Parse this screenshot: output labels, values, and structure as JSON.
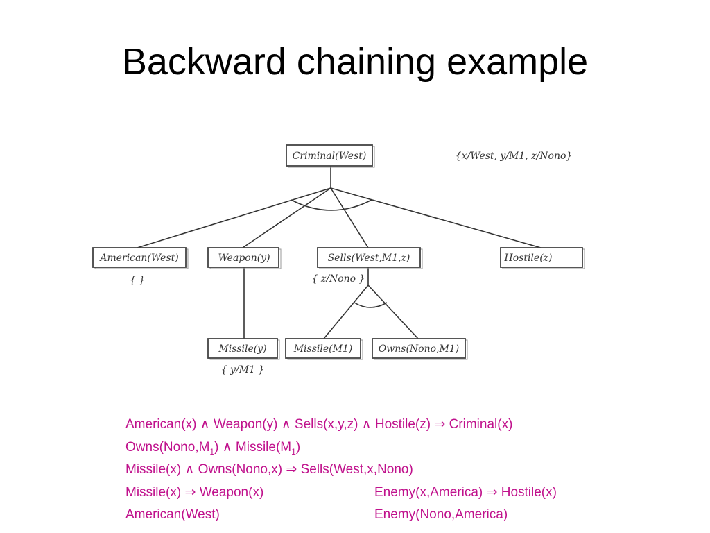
{
  "slide": {
    "title": "Backward chaining example"
  },
  "diagram": {
    "root_node": "Criminal(West)",
    "root_substitution": "{x/West, y/M1, z/Nono}",
    "nodes": {
      "american": "American(West)",
      "weapon": "Weapon(y)",
      "sells": "Sells(West,M1,z)",
      "hostile": "Hostile(z)",
      "missile_y": "Missile(y)",
      "missile_m1": "Missile(M1)",
      "owns": "Owns(Nono,M1)"
    },
    "substitutions": {
      "american": "{ }",
      "sells": "{ z/Nono }",
      "missile_y": "{ y/M1 }"
    }
  },
  "rules": {
    "line1": "American(x) ∧ Weapon(y) ∧ Sells(x,y,z) ∧ Hostile(z) ⇒ Criminal(x)",
    "line2_prefix": "Owns(Nono,M",
    "line2_sub1": "1",
    "line2_middle": ") ∧ Missile(M",
    "line2_sub2": "1",
    "line2_suffix": ")",
    "line3": "Missile(x) ∧ Owns(Nono,x) ⇒ Sells(West,x,Nono)",
    "line4_left": "Missile(x) ⇒ Weapon(x)",
    "line4_right": "Enemy(x,America) ⇒ Hostile(x)",
    "line5_left": "American(West)",
    "line5_right": "Enemy(Nono,America)"
  },
  "colors": {
    "rule_text": "#c0118c",
    "title_text": "#000000",
    "diagram_ink": "#333333"
  }
}
